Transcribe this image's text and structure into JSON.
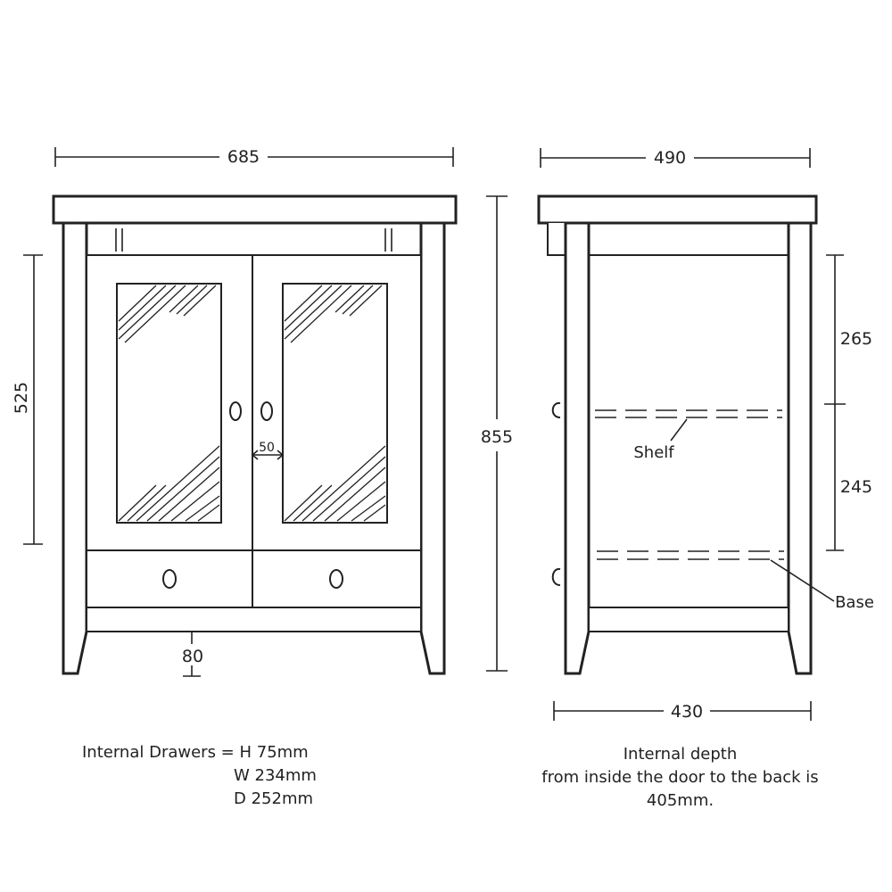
{
  "front": {
    "width": "685",
    "height_doors": "525",
    "door_gap": "50",
    "leg_height": "80"
  },
  "overall_height": "855",
  "side": {
    "depth": "490",
    "upper_gap": "265",
    "lower_gap": "245",
    "internal_depth": "430",
    "shelf_label": "Shelf",
    "base_label": "Base"
  },
  "notes": {
    "drawers_line1": "Internal Drawers = H 75mm",
    "drawers_line2": "W 234mm",
    "drawers_line3": "D 252mm",
    "depth_line1": "Internal depth",
    "depth_line2": "from inside the door to the back is",
    "depth_line3": "405mm."
  }
}
